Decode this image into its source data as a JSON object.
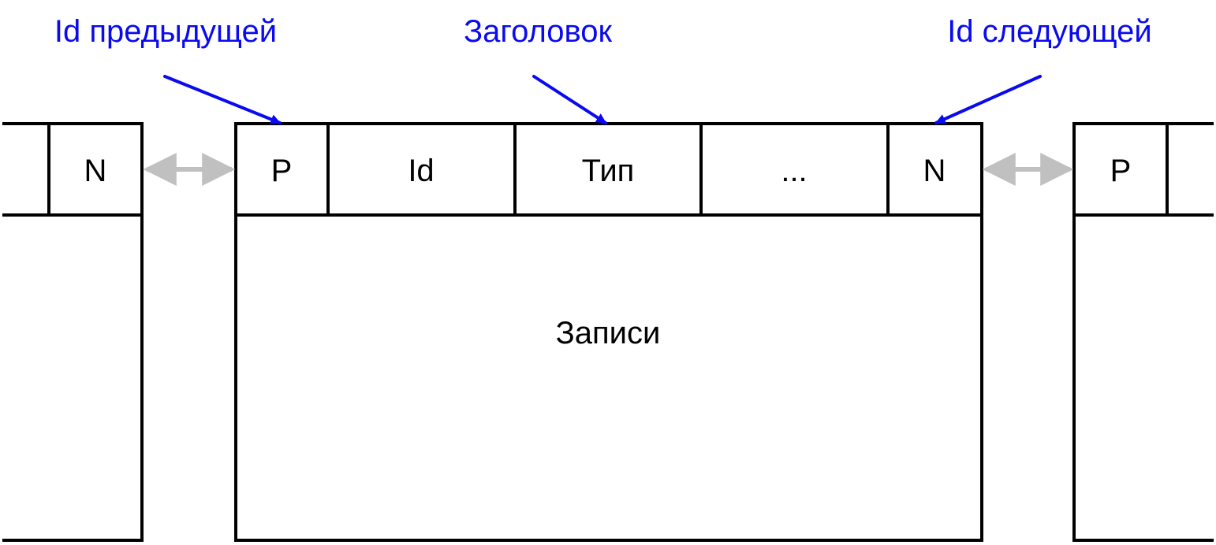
{
  "labels": {
    "prev_id": "Id предыдущей",
    "header": "Заголовок",
    "next_id": "Id следующей"
  },
  "left_page": {
    "next_cell": "N"
  },
  "main_page": {
    "cells": [
      "P",
      "Id",
      "Тип",
      "...",
      "N"
    ],
    "body": "Записи"
  },
  "right_page": {
    "prev_cell": "P"
  },
  "colors": {
    "annotation": "#0a0af0",
    "link_arrow": "#c0c0c0",
    "frame": "#000000"
  }
}
